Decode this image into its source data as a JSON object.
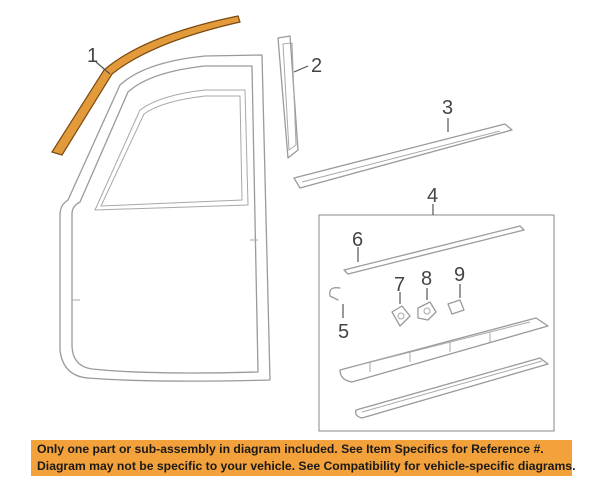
{
  "callouts": {
    "c1": "1",
    "c2": "2",
    "c3": "3",
    "c4": "4",
    "c5": "5",
    "c6": "6",
    "c7": "7",
    "c8": "8",
    "c9": "9"
  },
  "banner": {
    "line1": "Only one part or sub-assembly in diagram included. See Item Specifics for Reference #.",
    "line2": "Diagram may not be specific to your vehicle. See Compatibility for vehicle-specific diagrams."
  },
  "colors": {
    "highlight_part": "#e39a3a",
    "banner_background": "#f3a13a",
    "line_art": "#9a9a9a"
  }
}
